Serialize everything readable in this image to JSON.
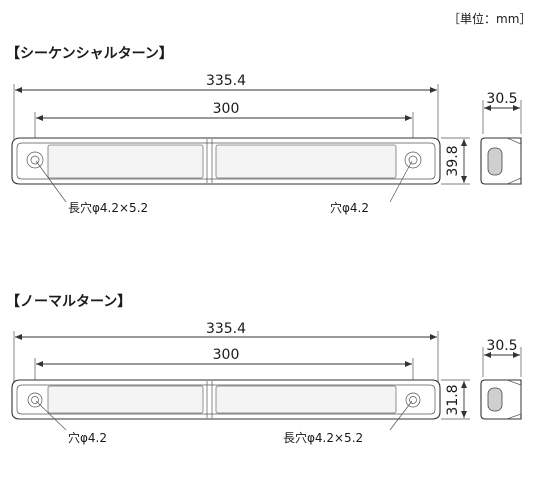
{
  "unit_note": "［単位：mm］",
  "sections": [
    {
      "title": "【シーケンシャルターン】",
      "overall_length": "335.4",
      "hole_pitch": "300",
      "height": "39.8",
      "depth": "30.5",
      "left_hole_label": "長穴φ4.2×5.2",
      "right_hole_label": "穴φ4.2"
    },
    {
      "title": "【ノーマルターン】",
      "overall_length": "335.4",
      "hole_pitch": "300",
      "height": "31.8",
      "depth": "30.5",
      "left_hole_label": "穴φ4.2",
      "right_hole_label": "長穴φ4.2×5.2"
    }
  ]
}
